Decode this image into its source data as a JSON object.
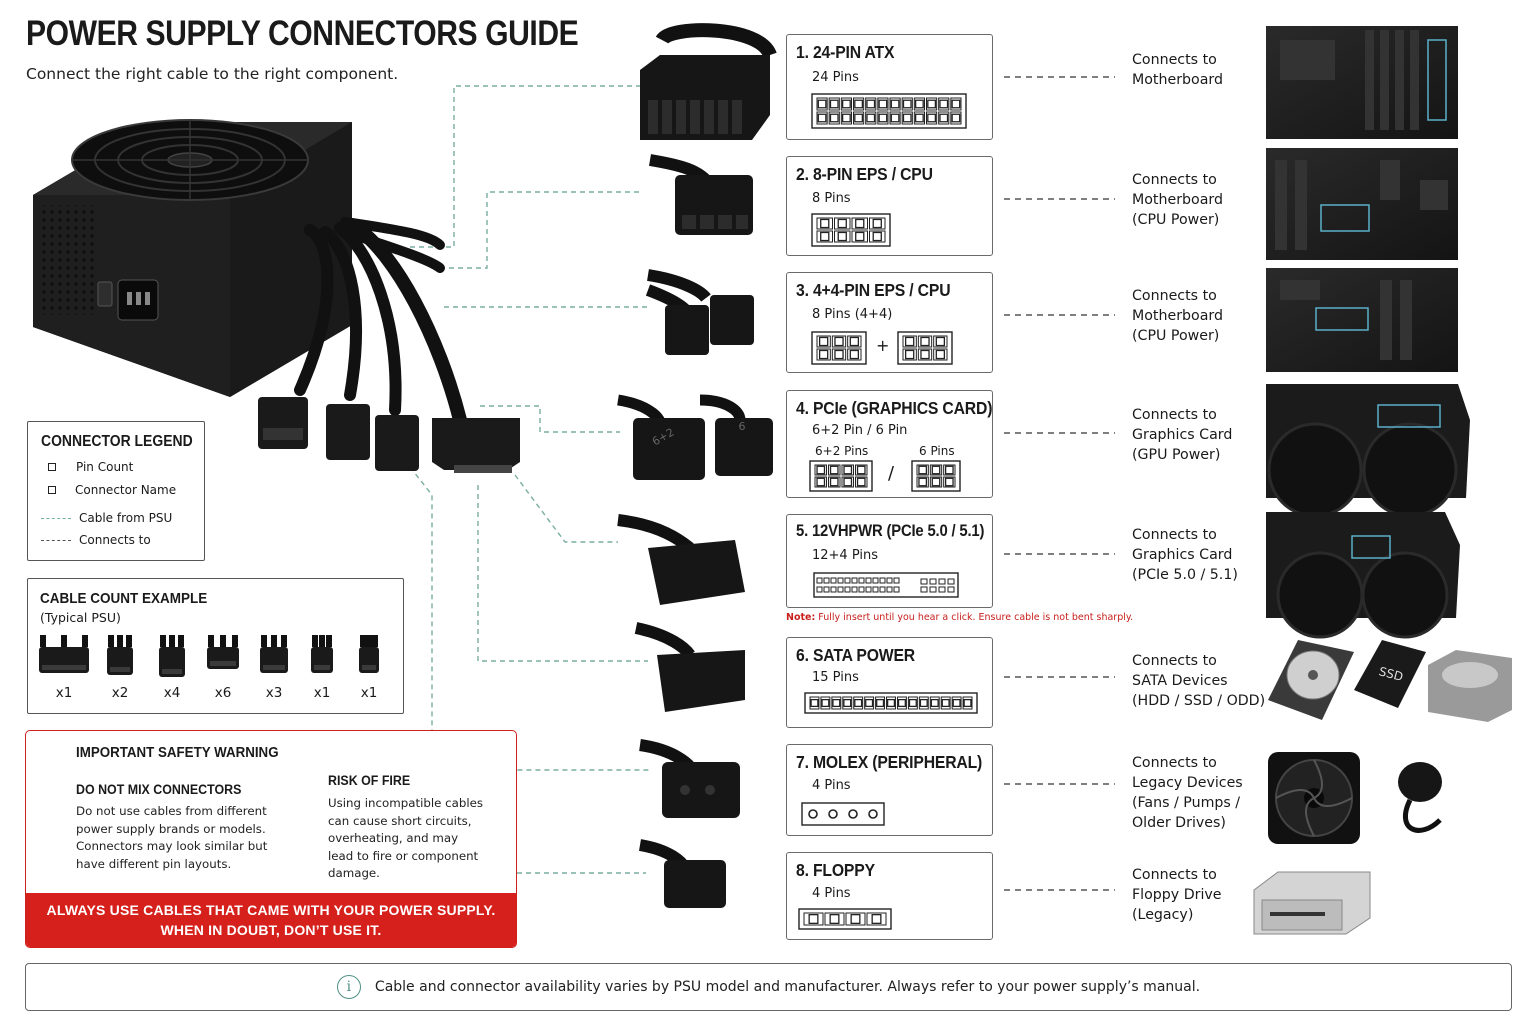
{
  "header": {
    "title": "POWER SUPPLY CONNECTORS GUIDE",
    "subtitle": "Connect the right cable to the right component."
  },
  "colors": {
    "accent_teal": "#7aaea2",
    "warning_red": "#d6201c",
    "hardware_dark": "#1c1c1c"
  },
  "connectors": [
    {
      "id": "atx24",
      "title": "1. 24-PIN ATX",
      "pins": "24 Pins",
      "dest": [
        "Connects to",
        "Motherboard"
      ]
    },
    {
      "id": "eps8",
      "title": "2. 8-PIN EPS / CPU",
      "pins": "8 Pins",
      "dest": [
        "Connects to",
        "Motherboard",
        "(CPU Power)"
      ]
    },
    {
      "id": "eps44",
      "title": "3. 4+4-PIN EPS / CPU",
      "pins": "8 Pins (4+4)",
      "plus": "+",
      "dest": [
        "Connects to",
        "Motherboard",
        "(CPU Power)"
      ]
    },
    {
      "id": "pcie",
      "title": "4. PCIe (GRAPHICS CARD)",
      "pins": "6+2 Pin / 6 Pin",
      "sub_a": "6+2 Pins",
      "sub_b": "6 Pins",
      "slash": "/",
      "dest": [
        "Connects to",
        "Graphics Card",
        "(GPU Power)"
      ]
    },
    {
      "id": "vhpwr",
      "title": "5. 12VHPWR (PCIe 5.0 / 5.1)",
      "pins": "12+4 Pins",
      "dest": [
        "Connects to",
        "Graphics Card",
        "(PCIe 5.0 / 5.1)"
      ]
    },
    {
      "id": "sata",
      "title": "6. SATA POWER",
      "pins": "15 Pins",
      "dest": [
        "Connects to",
        "SATA Devices",
        "(HDD / SSD / ODD)"
      ]
    },
    {
      "id": "molex",
      "title": "7. MOLEX (PERIPHERAL)",
      "pins": "4 Pins",
      "dest": [
        "Connects to",
        "Legacy Devices",
        "(Fans / Pumps /",
        "Older Drives)"
      ]
    },
    {
      "id": "floppy",
      "title": "8. FLOPPY",
      "pins": "4 Pins",
      "dest": [
        "Connects to",
        "Floppy Drive",
        "(Legacy)"
      ]
    }
  ],
  "cable_labels": {
    "pcie_a": "6+2",
    "pcie_b": "6",
    "ssd": "SSD"
  },
  "note": {
    "label": "Note:",
    "text": " Fully insert until you hear a click. Ensure cable is not bent sharply."
  },
  "legend": {
    "title": "CONNECTOR LEGEND",
    "items": [
      "Pin Count",
      "Connector Name",
      "Cable from PSU",
      "Connects to"
    ]
  },
  "cable_count": {
    "title": "CABLE COUNT EXAMPLE",
    "subtitle": "(Typical PSU)",
    "counts": [
      "x1",
      "x2",
      "x4",
      "x6",
      "x3",
      "x1",
      "x1"
    ]
  },
  "warning": {
    "title": "IMPORTANT SAFETY WARNING",
    "mix_title": "DO NOT MIX CONNECTORS",
    "mix_lines": [
      "Do not use cables from different",
      "power supply brands or models.",
      "Connectors may look similar but",
      "have different pin layouts."
    ],
    "fire_title": "RISK OF FIRE",
    "fire_lines": [
      "Using incompatible cables",
      "can cause short circuits,",
      "overheating, and may",
      "lead to fire or component",
      "damage."
    ],
    "banner_lines": [
      "ALWAYS USE CABLES THAT CAME WITH YOUR POWER SUPPLY.",
      "WHEN IN DOUBT, DON’T USE IT."
    ]
  },
  "footer": {
    "icon": "i",
    "text": "Cable and connector availability varies by PSU model and manufacturer. Always refer to your power supply’s manual."
  }
}
